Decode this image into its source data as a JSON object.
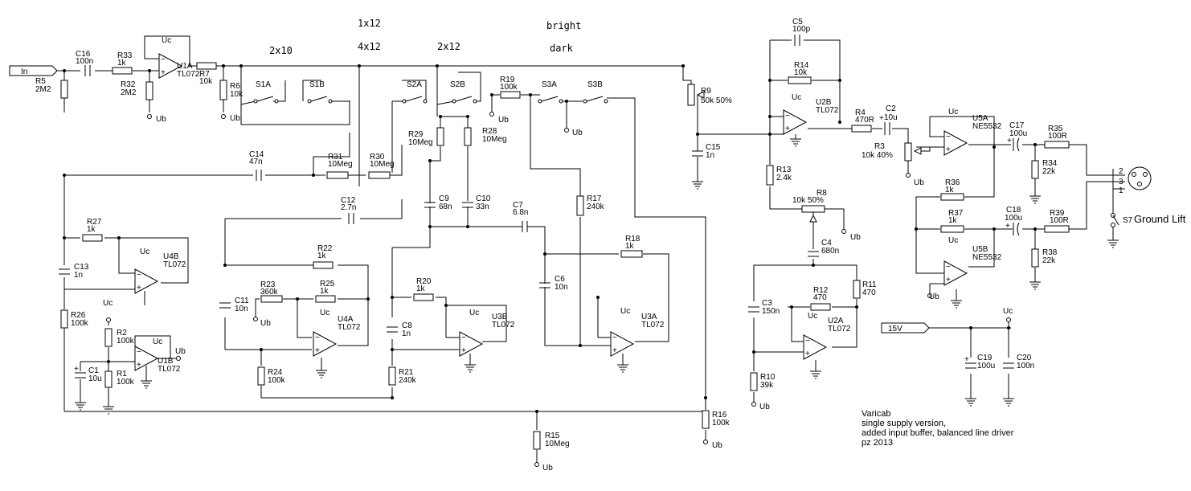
{
  "signals": {
    "input": "In",
    "supply": "15V"
  },
  "voicing": {
    "s1_2x10": "2x10",
    "s1_1x12": "1x12",
    "s1_4x12": "4x12",
    "s2_2x12": "2x12",
    "s3_bright": "bright",
    "s3_dark": "dark"
  },
  "switches": [
    "S1A",
    "S1B",
    "S2A",
    "S2B",
    "S3A",
    "S3B",
    "S7"
  ],
  "ground_lift": "Ground Lift",
  "connector_pins": [
    "2",
    "3",
    "1"
  ],
  "rails": {
    "uc": "Uc",
    "ub": "Ub"
  },
  "resistors": [
    {
      "ref": "R5",
      "val": "2M2"
    },
    {
      "ref": "R33",
      "val": "1k"
    },
    {
      "ref": "R32",
      "val": "2M2"
    },
    {
      "ref": "R7",
      "val": "10k"
    },
    {
      "ref": "R6",
      "val": "10k"
    },
    {
      "ref": "R19",
      "val": "100k"
    },
    {
      "ref": "R9",
      "val": "50k 50%"
    },
    {
      "ref": "R29",
      "val": "10Meg"
    },
    {
      "ref": "R28",
      "val": "10Meg"
    },
    {
      "ref": "R31",
      "val": "10Meg"
    },
    {
      "ref": "R30",
      "val": "10Meg"
    },
    {
      "ref": "R27",
      "val": "1k"
    },
    {
      "ref": "R26",
      "val": "100k"
    },
    {
      "ref": "R22",
      "val": "1k"
    },
    {
      "ref": "R23",
      "val": "360k"
    },
    {
      "ref": "R25",
      "val": "1k"
    },
    {
      "ref": "R24",
      "val": "100k"
    },
    {
      "ref": "R2",
      "val": "100k"
    },
    {
      "ref": "R1",
      "val": "100k"
    },
    {
      "ref": "R20",
      "val": "1k"
    },
    {
      "ref": "R21",
      "val": "240k"
    },
    {
      "ref": "R17",
      "val": "240k"
    },
    {
      "ref": "R18",
      "val": "1k"
    },
    {
      "ref": "R15",
      "val": "10Meg"
    },
    {
      "ref": "R16",
      "val": "100k"
    },
    {
      "ref": "R14",
      "val": "10k"
    },
    {
      "ref": "R4",
      "val": "470R"
    },
    {
      "ref": "R3",
      "val": "10k 40%"
    },
    {
      "ref": "R13",
      "val": "2.4k"
    },
    {
      "ref": "R8",
      "val": "10k 50%"
    },
    {
      "ref": "R12",
      "val": "470"
    },
    {
      "ref": "R11",
      "val": "470"
    },
    {
      "ref": "R10",
      "val": "39k"
    },
    {
      "ref": "R35",
      "val": "100R"
    },
    {
      "ref": "R34",
      "val": "22k"
    },
    {
      "ref": "R36",
      "val": "1k"
    },
    {
      "ref": "R37",
      "val": "1k"
    },
    {
      "ref": "R39",
      "val": "100R"
    },
    {
      "ref": "R38",
      "val": "22k"
    }
  ],
  "capacitors": [
    {
      "ref": "C16",
      "val": "100n"
    },
    {
      "ref": "C14",
      "val": "47n"
    },
    {
      "ref": "C13",
      "val": "1n"
    },
    {
      "ref": "C1",
      "val": "10u"
    },
    {
      "ref": "C11",
      "val": "10n"
    },
    {
      "ref": "C12",
      "val": "2.7n"
    },
    {
      "ref": "C9",
      "val": "68n"
    },
    {
      "ref": "C10",
      "val": "33n"
    },
    {
      "ref": "C7",
      "val": "6.8n"
    },
    {
      "ref": "C8",
      "val": "1n"
    },
    {
      "ref": "C6",
      "val": "10n"
    },
    {
      "ref": "C15",
      "val": "1n"
    },
    {
      "ref": "C5",
      "val": "100p"
    },
    {
      "ref": "C2",
      "val": "10u"
    },
    {
      "ref": "C4",
      "val": "680n"
    },
    {
      "ref": "C3",
      "val": "150n"
    },
    {
      "ref": "C17",
      "val": "100u"
    },
    {
      "ref": "C18",
      "val": "100u"
    },
    {
      "ref": "C19",
      "val": "100u"
    },
    {
      "ref": "C20",
      "val": "100n"
    }
  ],
  "opamps": [
    {
      "ref": "U1A",
      "val": "TL072"
    },
    {
      "ref": "U1B",
      "val": "TL072"
    },
    {
      "ref": "U4B",
      "val": "TL072"
    },
    {
      "ref": "U4A",
      "val": "TL072"
    },
    {
      "ref": "U3B",
      "val": "TL072"
    },
    {
      "ref": "U3A",
      "val": "TL072"
    },
    {
      "ref": "U2B",
      "val": "TL072"
    },
    {
      "ref": "U2A",
      "val": "TL072"
    },
    {
      "ref": "U5A",
      "val": "NE5532"
    },
    {
      "ref": "U5B",
      "val": "NE5532"
    }
  ],
  "notes": [
    "Varicab",
    "single supply version,",
    "added input buffer, balanced line driver",
    "pz 2013"
  ]
}
